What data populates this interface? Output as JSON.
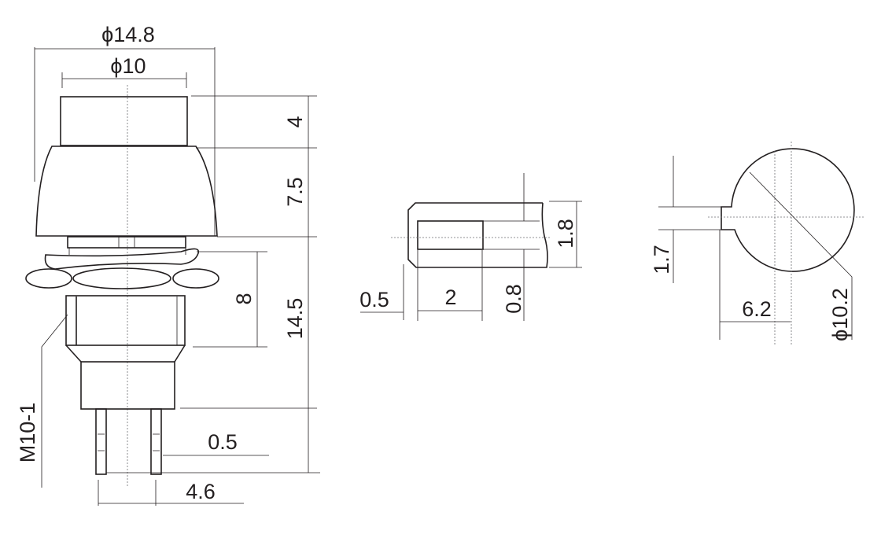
{
  "drawing": {
    "side_view": {
      "outer_diameter": "ϕ14.8",
      "cap_diameter": "ϕ10",
      "cap_height": "4",
      "body_height": "7.5",
      "bushing_length": "14.5",
      "thread_length": "8",
      "thread_spec": "M10-1",
      "pin_thickness": "0.5",
      "pin_spacing": "4.6"
    },
    "terminal_view": {
      "edge_offset": "0.5",
      "slot_length": "2",
      "slot_width": "0.8",
      "terminal_width": "1.8"
    },
    "panel_cutout_view": {
      "key_width": "1.7",
      "key_depth": "6.2",
      "hole_diameter": "ϕ10.2"
    }
  },
  "colors": {
    "line": "#231f20",
    "centerline": "#6d6e71"
  }
}
